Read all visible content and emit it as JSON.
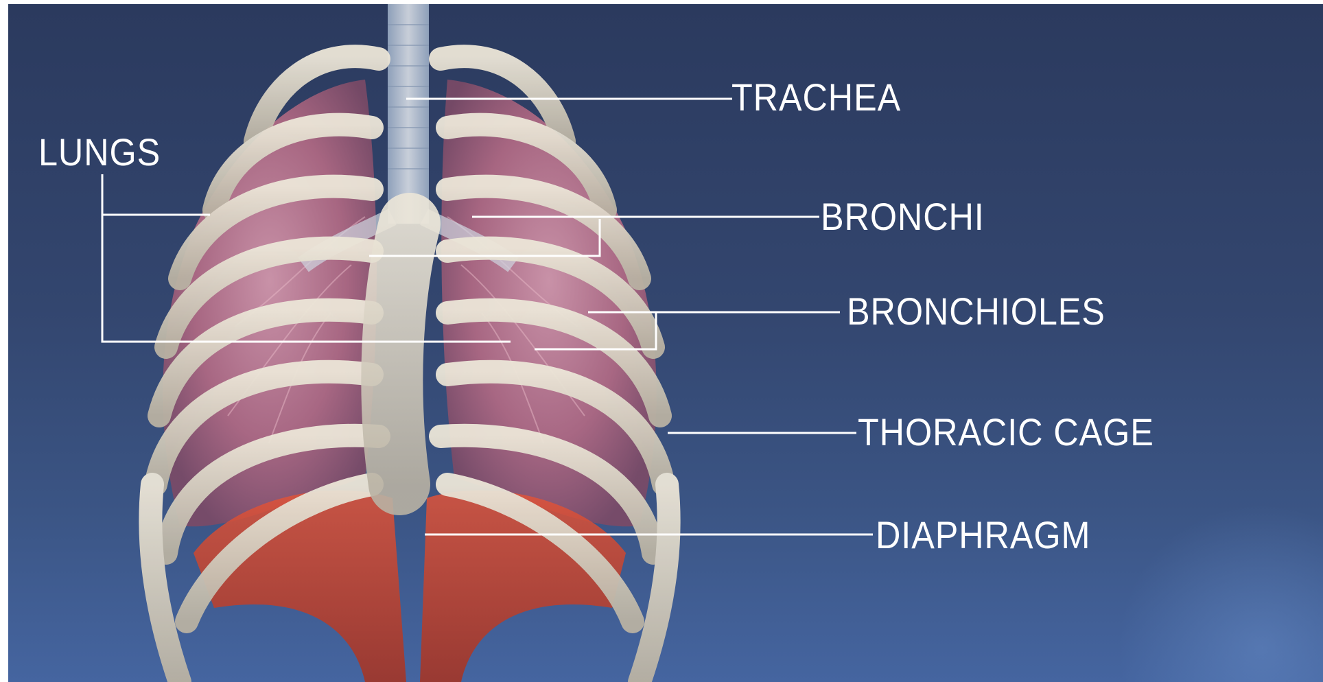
{
  "labels": {
    "trachea": "TRACHEA",
    "lungs": "LUNGS",
    "bronchi": "BRONCHI",
    "bronchioles": "BRONCHIOLES",
    "thoracic_cage": "THORACIC CAGE",
    "diaphragm": "DIAPHRAGM"
  },
  "colors": {
    "background": "#33466f",
    "bone": "#d9d2c2",
    "lung": "#b96e86",
    "diaphragm": "#d2452e",
    "leader_line": "#ffffff"
  }
}
